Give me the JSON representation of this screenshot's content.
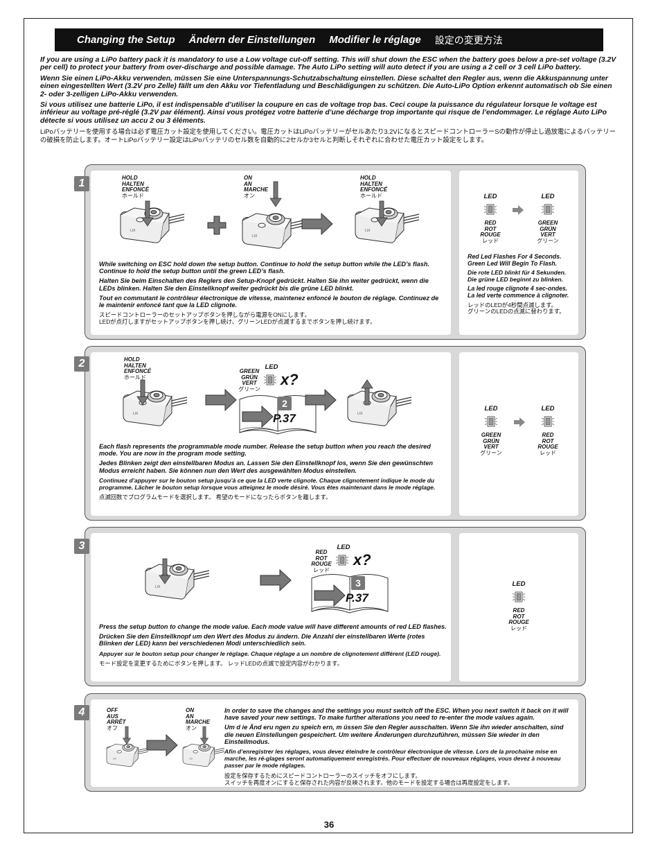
{
  "header": {
    "en": "Changing the Setup",
    "de": "Ändern der Einstellungen",
    "fr": "Modifier le réglage",
    "jp": "設定の変更方法"
  },
  "intro": {
    "en": "If you are using a LiPo battery pack it is mandatory to use a Low voltage cut-off setting. This will shut down the ESC when the battery goes below a pre-set voltage (3.2V per cell) to protect your battery from over-discharge and possible damage. The Auto LiPo setting will auto detect if you are using a 2 cell or 3 cell LiPo battery.",
    "de": "Wenn Sie einen LiPo-Akku verwenden, müssen Sie eine Unterspannungs-Schutzabschaltung einstellen. Diese schaltet den Regler aus, wenn die Akkuspannung unter einen eingestellten Wert (3.2V pro Zelle) fällt um den Akku vor Tiefentladung und Beschädigungen zu schützen. Die Auto-LiPo Option erkennt automatisch ob Sie einen 2- oder 3-zelligen LiPo-Akku verwenden.",
    "fr": "Si vous utilisez une batterie LiPo, il est indispensable d’utiliser la coupure en cas de voltage trop bas. Ceci coupe la puissance du régulateur lorsque le voltage est inférieur au voltage pré-réglé (3.2V par élément). Ainsi vous protégez votre batterie d’une décharge trop importante qui risque de l’endommager. Le réglage Auto LiPo détecte si vous utilisez un accu 2 ou 3 éléments.",
    "jp": "LiPoバッテリーを使用する場合は必ず電圧カット設定を使用してください。電圧カットはLiPoバッテリーがセルあたり3.2VになるとスピードコントローラーSの動作が停止し過放電によるバッテリーの破損を防止します。オートLiPoバッテリー設定はLiPoバッテリのセル数を自動的に2セルか3セルと判断しそれぞれに合わせた電圧カット設定をします。"
  },
  "step1": {
    "num": "1",
    "hold": {
      "en": "HOLD",
      "de": "HALTEN",
      "fr": "ENFONCÉ",
      "jp": "ホールド"
    },
    "on": {
      "en": "ON",
      "de": "AN",
      "fr": "MARCHE",
      "jp": "オン"
    },
    "hold2": {
      "en": "HOLD",
      "de": "HALTEN",
      "fr": "ENFONCÉ",
      "jp": "ホールド"
    },
    "en": "While switching on ESC hold down the setup button. Continue to hold the setup button while the LED’s flash. Continue to hold the setup button until the green LED’s flash.",
    "de": "Halten Sie beim Einschalten des Reglers den Setup-Knopf gedrückt. Halten Sie ihn weiter gedrückt, wenn die LEDs blinken. Halten Sie den Einstellknopf weiter gedrückt bis die grüne LED blinkt.",
    "fr": "Tout en commutant le contrôleur électronique de vitesse, maintenez enfoncé le bouton de réglage. Continuez de le maintenir enfoncé tant que la LED clignote.",
    "jp1": "スピードコントローラーのセットアップボタンを押しながら電源をONにします。",
    "jp2": "LEDが点灯しますがセットアップボタンを押し続け、グリーンLEDが点滅するまでボタンを押し続けます。",
    "led_a": {
      "head": "LED",
      "c1": "RED",
      "c2": "ROT",
      "c3": "ROUGE",
      "j": "レッド"
    },
    "led_b": {
      "head": "LED",
      "c1": "GREEN",
      "c2": "GRÜN",
      "c3": "VERT",
      "j": "グリーン"
    },
    "side_en": "Red Led Flashes For 4 Seconds. Green Led Will Begin To Flash.",
    "side_de": "Die rote LED blinkt für 4 Sekunden. Die grüne LED beginnt zu blinken.",
    "side_fr": "La led rouge clignote 4 sec-ondes. La led verte commence à clignoter.",
    "side_jp1": "レッドのLEDが4秒間点滅します。",
    "side_jp2": "グリーンのLEDの点滅に替わります。"
  },
  "step2": {
    "num": "2",
    "hold": {
      "en": "HOLD",
      "de": "HALTEN",
      "fr": "ENFONCÉ",
      "jp": "ホールド"
    },
    "led_label": "LED",
    "green": {
      "c1": "GREEN",
      "c2": "GRÜN",
      "c3": "VERT",
      "j": "グリーン"
    },
    "times": "x?",
    "book_num": "2",
    "book_page": "P.37",
    "en": "Each flash represents the programmable mode number. Release the setup button when you reach the desired mode. You are now in the program mode setting.",
    "de": "Jedes Blinken zeigt den einstellbaren Modus an. Lassen Sie den Einstellknopf los, wenn Sie den gewünschten Modus erreicht haben. Sie können nun den Wert des ausgewählten Modus einstellen.",
    "fr": "Continuez d’appuyer sur le bouton setup jusqu’à ce que la LED verte clignote. Chaque clignotement indique le mode du programme. Lâcher le bouton setup lorsque vous atteignez le mode désiré. Vous êtes maintenant dans le mode réglage.",
    "jp": "点滅回数でプログラムモードを選択します。 希望のモードになったらボタンを離します。",
    "led_a": {
      "head": "LED",
      "c1": "GREEN",
      "c2": "GRÜN",
      "c3": "VERT",
      "j": "グリーン"
    },
    "led_b": {
      "head": "LED",
      "c1": "RED",
      "c2": "ROT",
      "c3": "ROUGE",
      "j": "レッド"
    }
  },
  "step3": {
    "num": "3",
    "led_label": "LED",
    "red": {
      "c1": "RED",
      "c2": "ROT",
      "c3": "ROUGE",
      "j": "レッド"
    },
    "times": "x?",
    "book_num": "3",
    "book_page": "P.37",
    "en": "Press the setup button to change the mode value. Each mode value will have different amounts of red LED flashes.",
    "de": "Drücken Sie den Einstellknopf um den Wert des Modus zu ändern. Die Anzahl der einstellbaren Werte (rotes Blinken der LED) kann bei verschiedenen Modi unterschiedlich sein.",
    "fr": "Appuyer sur le bouton setup pour changer le réglage. Chaque réglage a un nombre de clignotement différent (LED rouge).",
    "jp": "モード設定を変更するためにボタンを押します。 レッドLEDの点滅で設定内容がわかります。",
    "led_a": {
      "head": "LED",
      "c1": "RED",
      "c2": "ROT",
      "c3": "ROUGE",
      "j": "レッド"
    }
  },
  "step4": {
    "num": "4",
    "off": {
      "en": "OFF",
      "de": "AUS",
      "fr": "ARRÊT",
      "jp": "オフ"
    },
    "on": {
      "en": "ON",
      "de": "AN",
      "fr": "MARCHE",
      "jp": "オン"
    },
    "en": "In order to save the changes and the settings you must switch off the ESC. When you next switch it back on it will have saved your new settings. To make further alterations you need to re-enter the mode values again.",
    "de": "Um d ie Änd eru ngen zu speich ern, m üssen Sie den Regler ausschalten. Wenn Sie ihn wieder anschalten, sind die neuen Einstellungen gespeichert. Um weitere Änderungen durchzuführen, müssen Sie wieder in den Einstellmodus.",
    "fr": "Afin d’enregistrer les réglages, vous devez éteindre le contrôleur électronique de vitesse. Lors de la prochaine mise en marche, les ré-glages seront automatiquement enregistrés. Pour effectuer de nouveaux réglages, vous devez à nouveau passer par le mode réglages.",
    "jp1": "設定を保存するためにスピードコントローラーのスイッチをオフにします。",
    "jp2": "スイッチを再度オンにすると保存された内容が反映されます。他のモードを設定する場合は再度設定をします。"
  },
  "page_number": "36"
}
